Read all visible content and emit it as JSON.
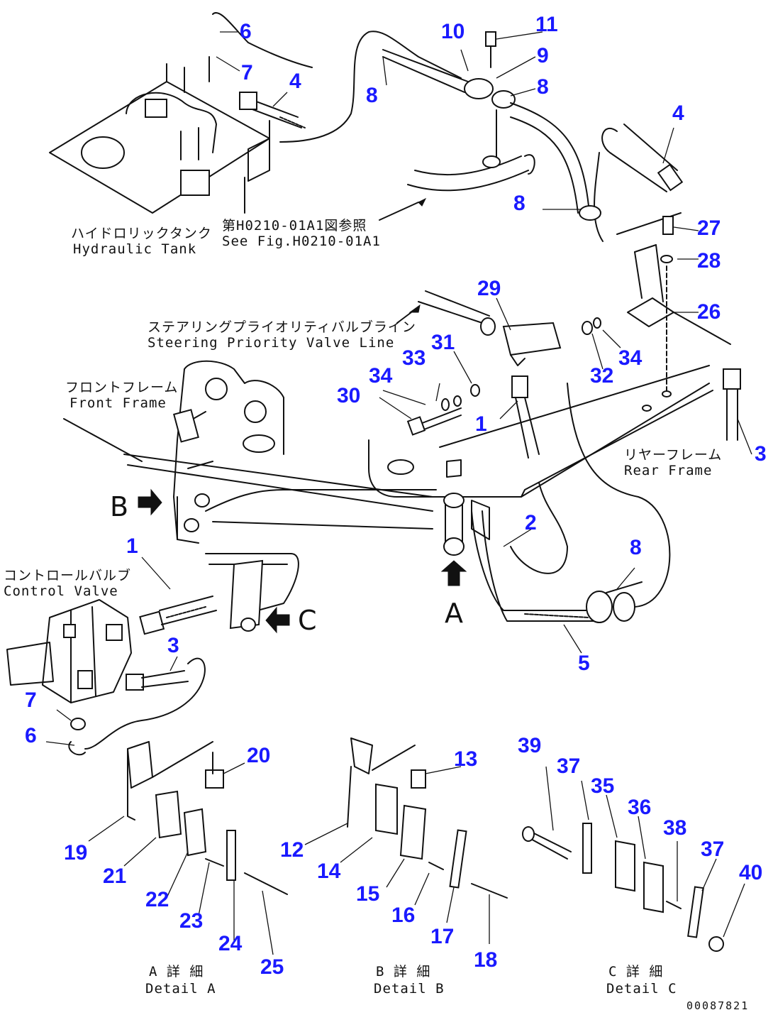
{
  "labels": {
    "hydraulic_tank_jp": "ハイドロリックタンク",
    "hydraulic_tank_en": "Hydraulic Tank",
    "see_fig_jp": "第H0210-01A1図参照",
    "see_fig_en": "See Fig.H0210-01A1",
    "steering_jp": "ステアリングプライオリティバルブライン",
    "steering_en": "Steering Priority Valve Line",
    "front_frame_jp": "フロントフレーム",
    "front_frame_en": "Front Frame",
    "rear_frame_jp": "リヤーフレーム",
    "rear_frame_en": "Rear Frame",
    "control_valve_jp": "コントロールバルブ",
    "control_valve_en": "Control Valve",
    "detail_a_jp": "A 詳 細",
    "detail_a_en": "Detail A",
    "detail_b_jp": "B 詳 細",
    "detail_b_en": "Detail B",
    "detail_c_jp": "C 詳 細",
    "detail_c_en": "Detail C",
    "view_a": "A",
    "view_b": "B",
    "view_c": "C",
    "drawing_code": "00087821"
  },
  "callouts": [
    "6",
    "7",
    "4",
    "8",
    "10",
    "11",
    "9",
    "8",
    "4",
    "8",
    "27",
    "28",
    "29",
    "26",
    "31",
    "33",
    "34",
    "32",
    "34",
    "30",
    "1",
    "3",
    "2",
    "1",
    "8",
    "3",
    "7",
    "6",
    "5",
    "20",
    "13",
    "39",
    "37",
    "35",
    "36",
    "38",
    "37",
    "40",
    "19",
    "21",
    "22",
    "23",
    "24",
    "25",
    "12",
    "14",
    "15",
    "16",
    "17",
    "18"
  ]
}
